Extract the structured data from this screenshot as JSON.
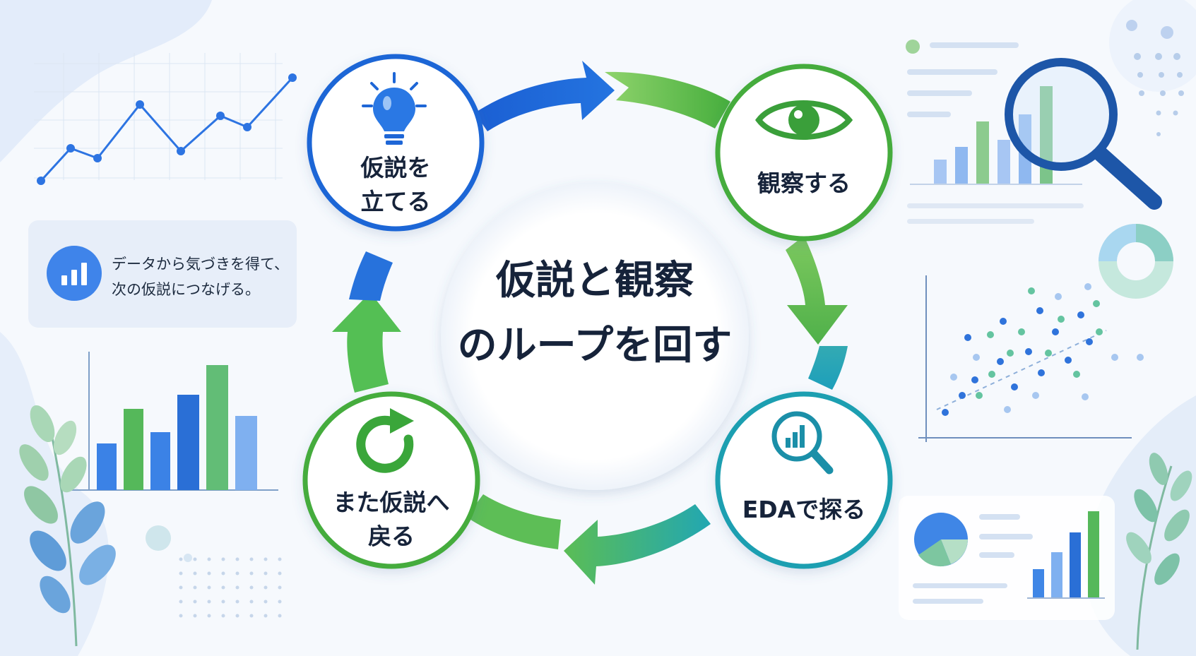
{
  "title": {
    "line1": "仮説と観察",
    "line2": "のループを回す"
  },
  "cycle_steps": [
    {
      "label_line1": "仮説を",
      "label_line2": "立てる",
      "icon": "lightbulb-icon",
      "ring_color": "#1e66d6"
    },
    {
      "label_line1": "観察する",
      "label_line2": "",
      "icon": "eye-icon",
      "ring_color": "#45ac3c"
    },
    {
      "label_line1": "EDAで探る",
      "label_line2": "",
      "icon": "chart-magnifier-icon",
      "ring_color": "#1b9fb1"
    },
    {
      "label_line1": "また仮説へ",
      "label_line2": "戻る",
      "icon": "refresh-icon",
      "ring_color": "#44ac3c"
    }
  ],
  "note": {
    "line1": "データから気づきを得て、",
    "line2": "次の仮説につなげる。",
    "icon": "bar-chart-icon"
  },
  "colors": {
    "blue": "#1e66d6",
    "green": "#45ac3c",
    "teal": "#1b9fb1",
    "text": "#16233a"
  }
}
